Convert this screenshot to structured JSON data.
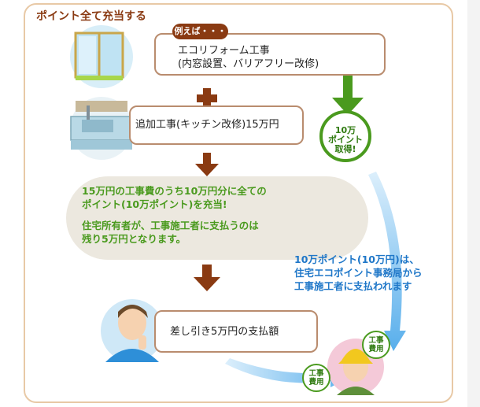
{
  "heading": "ポイント全て充当する",
  "tag": "例えば・・・",
  "step1": {
    "line1": "エコリフォーム工事",
    "line2": "(内窓設置、バリアフリー改修)"
  },
  "step2": {
    "text": "追加工事(キッチン改修)15万円"
  },
  "badge": {
    "line1": "10万",
    "line2": "ポイント",
    "line3": "取得!"
  },
  "note": {
    "p1_line1": "15万円の工事費のうち10万円分に全ての",
    "p1_line2": "ポイント(10万ポイント)を充当!",
    "p2_line1": "住宅所有者が、工事施工者に支払うのは",
    "p2_line2": "残り5万円となります。"
  },
  "side_note": {
    "line1": "10万ポイント(10万円)は、",
    "line2": "住宅エコポイント事務局から",
    "line3": "工事施工者に支払われます"
  },
  "step3": {
    "text": "差し引き5万円の支払額"
  },
  "fee_badge": {
    "line1": "工事",
    "line2": "費用"
  },
  "colors": {
    "brown": "#8a3a12",
    "green": "#4a9a1e",
    "blue": "#1f77c8",
    "frame": "#e8c9a6"
  }
}
